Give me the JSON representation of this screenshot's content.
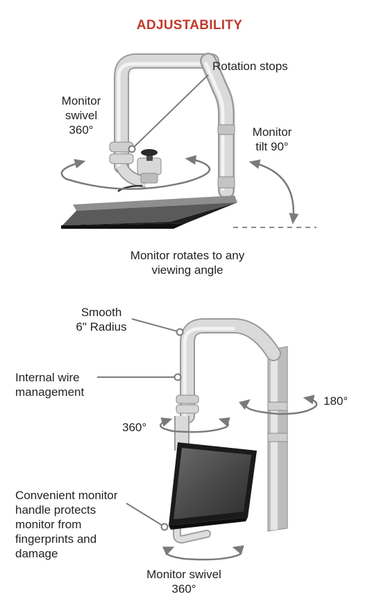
{
  "title": "ADJUSTABILITY",
  "title_color": "#c0392b",
  "top_figure": {
    "rotation_stops": "Rotation stops",
    "swivel_line1": "Monitor",
    "swivel_line2": "swivel",
    "swivel_line3": "360°",
    "tilt_line1": "Monitor",
    "tilt_line2": "tilt 90°",
    "caption_line1": "Monitor rotates to any",
    "caption_line2": "viewing angle"
  },
  "bottom_figure": {
    "radius_line1": "Smooth",
    "radius_line2": "6\" Radius",
    "wire_line1": "Internal wire",
    "wire_line2": "management",
    "rot_180": "180°",
    "rot_360": "360°",
    "handle_line1": "Convenient monitor",
    "handle_line2": "handle protects",
    "handle_line3": "monitor from",
    "handle_line4": "fingerprints and",
    "handle_line5": "damage",
    "swivel_line1": "Monitor swivel",
    "swivel_line2": "360°"
  }
}
